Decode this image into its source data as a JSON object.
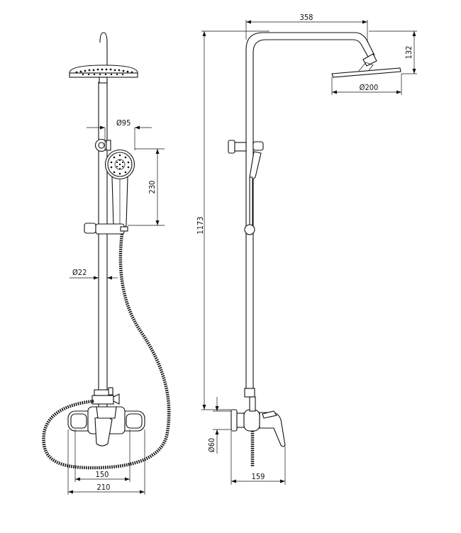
{
  "dimensions": {
    "front_view": {
      "handshower_diameter": "Ø95",
      "handshower_length": "230",
      "pipe_diameter": "Ø22",
      "connection_spacing": "150",
      "mixer_width": "210"
    },
    "side_view": {
      "arm_reach": "358",
      "head_drop": "132",
      "head_diameter": "Ø200",
      "total_height": "1173",
      "escutcheon_diameter": "Ø60",
      "mixer_depth": "159"
    }
  }
}
